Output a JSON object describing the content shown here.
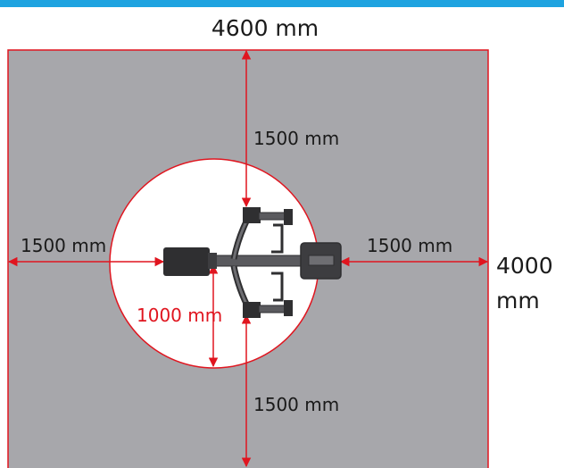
{
  "diagram": {
    "top_width_label": "4600 mm",
    "right_height_label_line1": "4000",
    "right_height_label_line2": "mm",
    "top_clearance_label": "1500 mm",
    "bottom_clearance_label": "1500 mm",
    "left_clearance_label": "1500 mm",
    "right_clearance_label": "1500 mm",
    "radius_label": "1000 mm"
  },
  "colors": {
    "top_bar": "#1ea3e0",
    "floor_area": "#a7a7ab",
    "dimension_lines": "#e0151f",
    "circle_fill": "#ffffff",
    "machine_dark": "#2f2f31",
    "machine_mid": "#5a5a5e",
    "text": "#1a1a1a",
    "radius_text": "#e0151f"
  }
}
